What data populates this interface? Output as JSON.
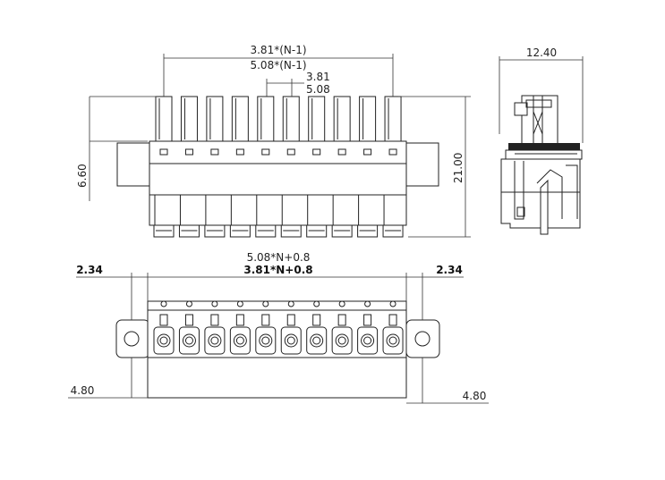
{
  "connector": {
    "pin_count": 10
  },
  "dimensions": {
    "front": {
      "span_total": "3.81*(N-1)",
      "span_alt": "5.08*(N-1)",
      "pitch_a": "3.81",
      "pitch_b": "5.08",
      "height_left": "6.60",
      "height_right": "21.00"
    },
    "side": {
      "width": "12.40"
    },
    "bottom": {
      "length_alt": "5.08*N+0.8",
      "length_main": "3.81*N+0.8",
      "flange_left": "2.34",
      "flange_right": "2.34",
      "offset_left": "4.80",
      "offset_right": "4.80"
    }
  }
}
